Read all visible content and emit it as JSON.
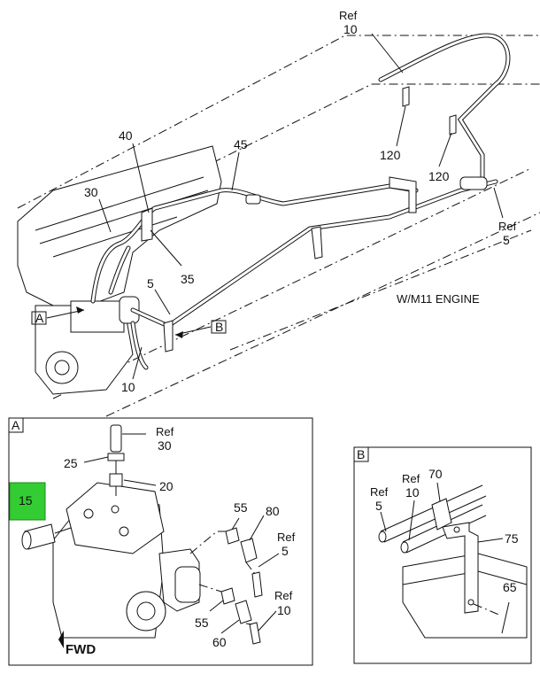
{
  "main": {
    "engine_note": "W/M11 ENGINE",
    "view_a_tag": "A",
    "view_b_tag": "B",
    "callouts": {
      "ref10_top_ref": "Ref",
      "ref10_top_num": "10",
      "c40": "40",
      "c45": "45",
      "c30": "30",
      "c35": "35",
      "c5": "5",
      "c10": "10",
      "c120a": "120",
      "c120b": "120",
      "ref5_right_ref": "Ref",
      "ref5_right_num": "5"
    }
  },
  "detail_a": {
    "title": "A",
    "highlight_color": "#33cc33",
    "fwd_label": "FWD",
    "callouts": {
      "ref30_ref": "Ref",
      "ref30_num": "30",
      "c25": "25",
      "c20": "20",
      "c15": "15",
      "c55a": "55",
      "c80": "80",
      "ref5_ref": "Ref",
      "ref5_num": "5",
      "c55b": "55",
      "c60": "60",
      "ref10_ref": "Ref",
      "ref10_num": "10"
    }
  },
  "detail_b": {
    "title": "B",
    "callouts": {
      "ref5_ref": "Ref",
      "ref5_num": "5",
      "ref10_ref": "Ref",
      "ref10_num": "10",
      "c70": "70",
      "c75": "75",
      "c65": "65"
    }
  }
}
